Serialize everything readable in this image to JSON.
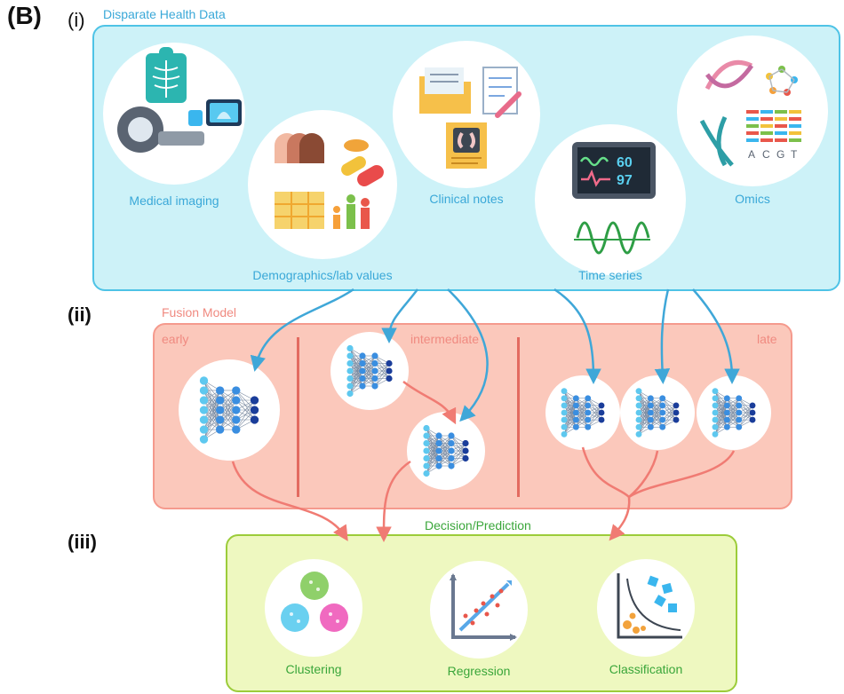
{
  "figure": {
    "panel_letter": "(B)",
    "section_i": "(i)",
    "section_ii": "(ii)",
    "section_iii": "(iii)"
  },
  "data_box": {
    "title": "Disparate Health Data",
    "items": [
      {
        "label": "Medical imaging"
      },
      {
        "label": "Demographics/lab values"
      },
      {
        "label": "Clinical notes"
      },
      {
        "label": "Time series"
      },
      {
        "label": "Omics"
      }
    ],
    "monitor_readings": [
      "60",
      "97"
    ],
    "dna_letters": [
      "A",
      "C",
      "G",
      "T"
    ]
  },
  "fusion_box": {
    "title": "Fusion Model",
    "early": "early",
    "intermediate": "intermediate",
    "late": "late"
  },
  "output_box": {
    "title": "Decision/Prediction",
    "items": [
      {
        "label": "Clustering"
      },
      {
        "label": "Regression"
      },
      {
        "label": "Classification"
      }
    ]
  },
  "colors": {
    "data_fill": "#cdf2f8",
    "data_stroke": "#4ec3e6",
    "fusion_fill": "#fbc8bb",
    "fusion_stroke": "#f59a8d",
    "output_fill": "#eef8c0",
    "output_stroke": "#9ccc3a",
    "arrow_blue": "#3fa7d8",
    "arrow_red": "#f07b73"
  }
}
